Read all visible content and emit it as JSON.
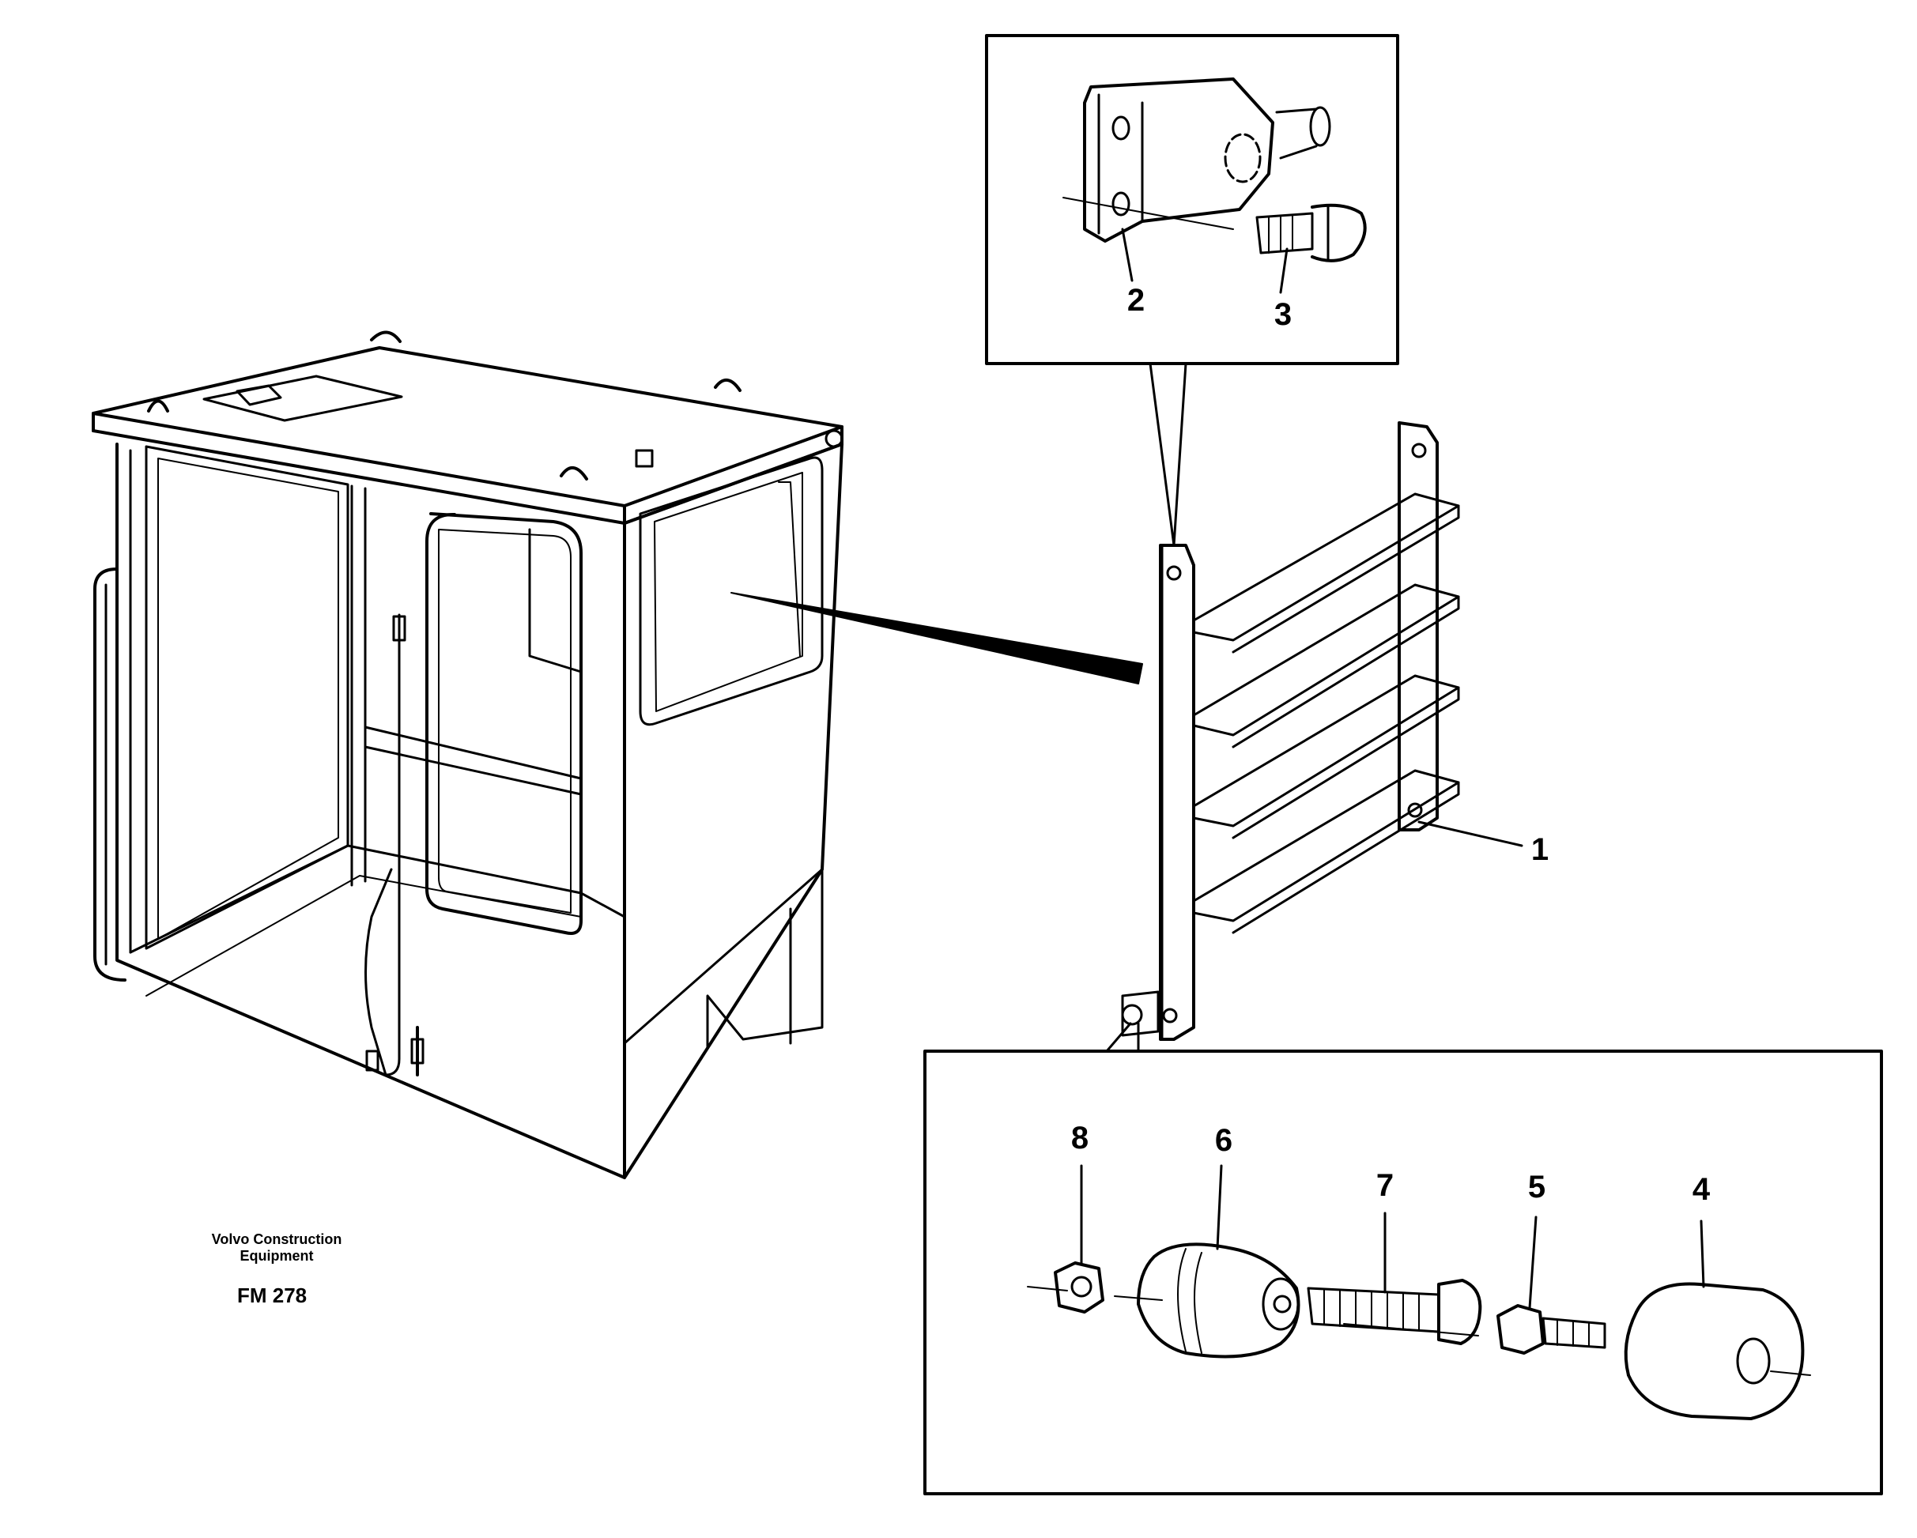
{
  "caption": {
    "brand_line1": "Volvo Construction",
    "brand_line2": "Equipment",
    "figure_ref": "FM 278"
  },
  "callouts": {
    "c1": "1",
    "c2": "2",
    "c3": "3",
    "c4": "4",
    "c5": "5",
    "c6": "6",
    "c7": "7",
    "c8": "8"
  }
}
